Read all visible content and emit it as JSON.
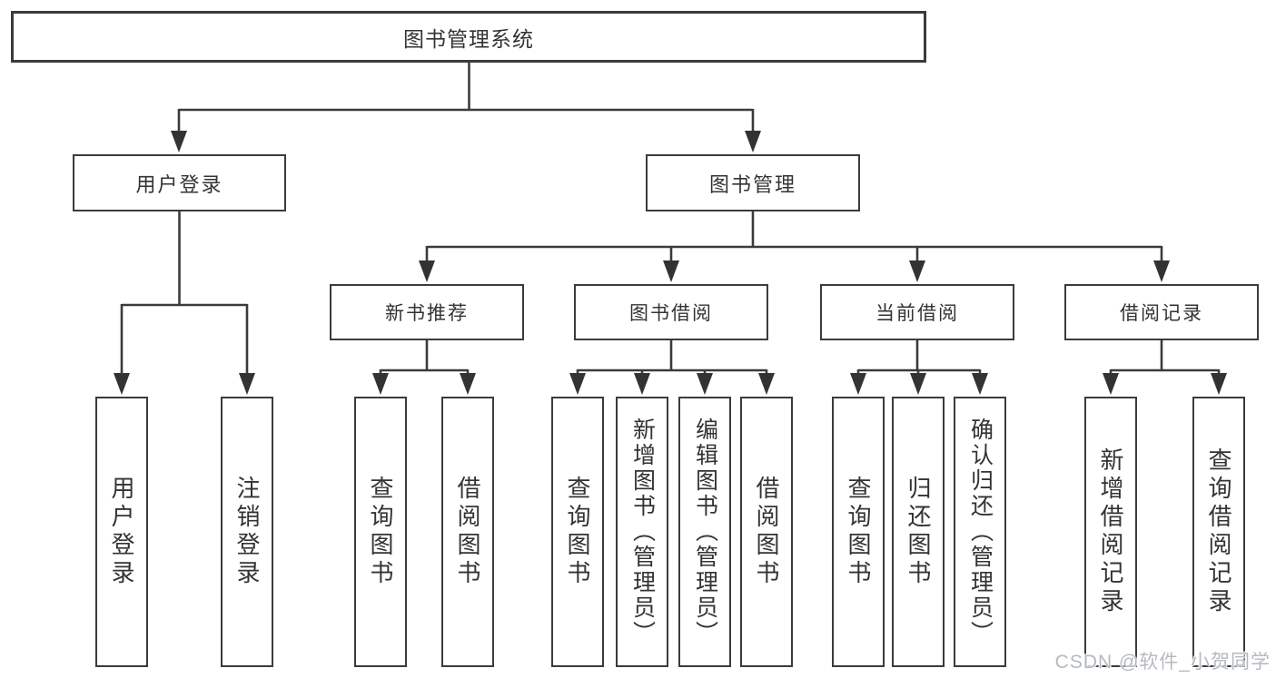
{
  "tree": {
    "root": {
      "label": "图书管理系统"
    },
    "branches": [
      {
        "label": "用户登录",
        "children": [
          {
            "label": "用户登录"
          },
          {
            "label": "注销登录"
          }
        ]
      },
      {
        "label": "图书管理",
        "children": [
          {
            "label": "新书推荐",
            "children": [
              {
                "label": "查询图书"
              },
              {
                "label": "借阅图书"
              }
            ]
          },
          {
            "label": "图书借阅",
            "children": [
              {
                "label": "查询图书"
              },
              {
                "label": "新增图书（管理员）"
              },
              {
                "label": "编辑图书（管理员）"
              },
              {
                "label": "借阅图书"
              }
            ]
          },
          {
            "label": "当前借阅",
            "children": [
              {
                "label": "查询图书"
              },
              {
                "label": "归还图书"
              },
              {
                "label": "确认归还（管理员）"
              }
            ]
          },
          {
            "label": "借阅记录",
            "children": [
              {
                "label": "新增借阅记录"
              },
              {
                "label": "查询借阅记录"
              }
            ]
          }
        ]
      }
    ]
  },
  "watermark": "CSDN @软件_小贺同学",
  "colors": {
    "line": "#3b3b3b",
    "text": "#333333",
    "background": "#ffffff",
    "watermark": "#b5bac0"
  }
}
